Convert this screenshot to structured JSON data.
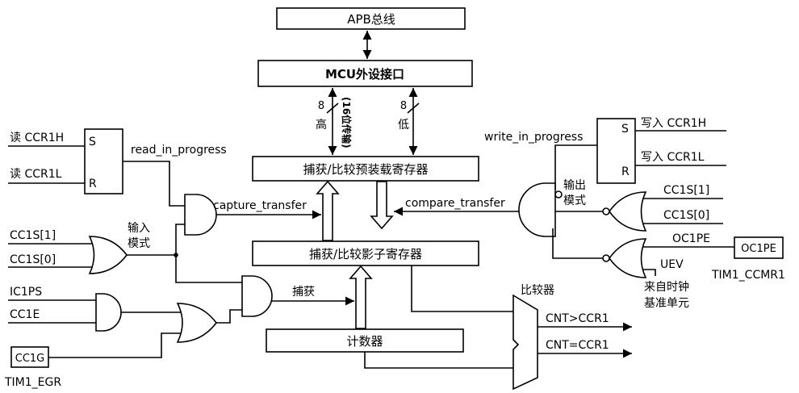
{
  "blocks": {
    "apb": "APB总线",
    "mcu": "MCU外设接口",
    "preload": "捕获/比较预装载寄存器",
    "shadow": "捕获/比较影子寄存器",
    "counter": "计数器",
    "comparator": "比较器",
    "oc1pe_reg": "OC1PE",
    "cc1g_reg": "CC1G"
  },
  "bus": {
    "width_high": "8",
    "high": "高",
    "width_low": "8",
    "low": "低",
    "transfer_note": "(16位传输)"
  },
  "read_latch": {
    "read_high": "读 CCR1H",
    "read_low": "读 CCR1L",
    "s_pin": "S",
    "r_pin": "R",
    "output": "read_in_progress"
  },
  "write_latch": {
    "write_high": "写入 CCR1H",
    "write_low": "写入 CCR1L",
    "s_pin": "S",
    "r_pin": "R",
    "output": "write_in_progress"
  },
  "signals": {
    "capture_transfer": "capture_transfer",
    "compare_transfer": "compare_transfer",
    "input_mode": "输入模式",
    "output_mode": "输出模式",
    "capture": "捕获",
    "cc1s1_in": "CC1S[1]",
    "cc1s0_in": "CC1S[0]",
    "cc1s1_out": "CC1S[1]",
    "cc1s0_out": "CC1S[0]",
    "ic1ps": "IC1PS",
    "cc1e": "CC1E",
    "oc1pe": "OC1PE",
    "uev": "UEV",
    "timebase": "来自时钟基准单元",
    "cnt_gt": "CNT>CCR1",
    "cnt_eq": "CNT=CCR1",
    "tim1_egr": "TIM1_EGR",
    "tim1_ccmr1": "TIM1_CCMR1"
  }
}
